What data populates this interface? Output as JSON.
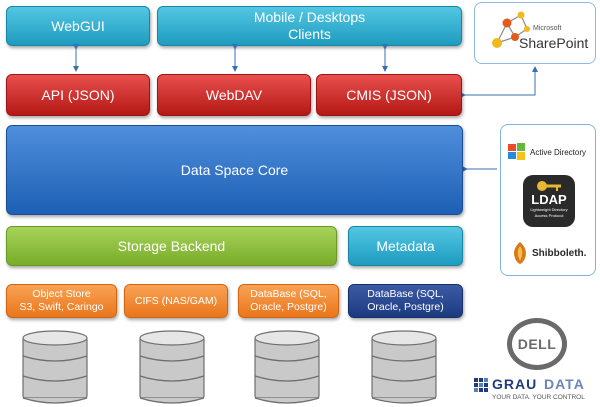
{
  "boxes": {
    "webgui": "WebGUI",
    "mobile_line1": "Mobile / Desktops",
    "mobile_line2": "Clients",
    "api": "API (JSON)",
    "webdav": "WebDAV",
    "cmis": "CMIS (JSON)",
    "core": "Data Space Core",
    "storage": "Storage Backend",
    "metadata": "Metadata",
    "objectstore_line1": "Object Store",
    "objectstore_line2": "S3, Swift, Caringo",
    "cifs": "CIFS (NAS/GAM)",
    "db1_line1": "DataBase (SQL,",
    "db1_line2": "Oracle, Postgre)",
    "db2_line1": "DataBase (SQL,",
    "db2_line2": "Oracle, Postgre)"
  },
  "logos": {
    "sharepoint_small": "Microsoft",
    "sharepoint": "SharePoint",
    "active_directory": "Active Directory",
    "ldap": "LDAP",
    "ldap_sub1": "Lightweight Directory",
    "ldap_sub2": "Access Protocol",
    "shibboleth": "Shibboleth.",
    "dell": "DELL",
    "grau_word1": "GRAU",
    "grau_word2": "DATA",
    "grau_tagline": "YOUR DATA. YOUR CONTROL"
  },
  "colors": {
    "teal": "#2aa8cc",
    "red": "#c8221f",
    "blue": "#2e6fc4",
    "green": "#8cbd3f",
    "orange": "#f08a2e",
    "navy": "#23448c",
    "connector": "#3a6fb0"
  }
}
